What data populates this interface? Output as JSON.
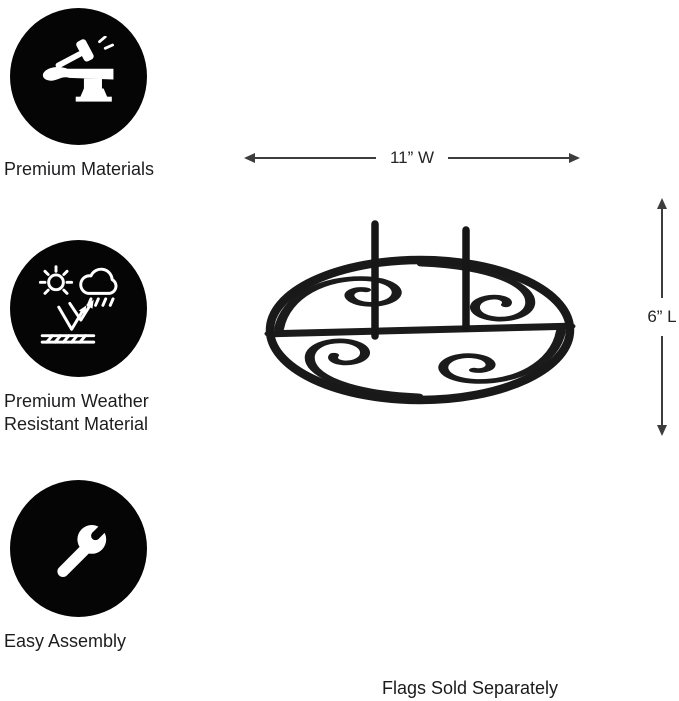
{
  "features": [
    {
      "icon": "anvil-hammer-icon",
      "label": "Premium Materials"
    },
    {
      "icon": "weather-resistant-icon",
      "label": "Premium Weather Resistant Material"
    },
    {
      "icon": "wrench-icon",
      "label": "Easy Assembly"
    }
  ],
  "dimensions": {
    "width_label": "11” W",
    "length_label": "6” L"
  },
  "footnote": "Flags Sold Separately",
  "colors": {
    "icon_background": "#050505",
    "icon_foreground": "#ffffff",
    "dimension_line": "#3d3d3d",
    "product": "#1a1a1a",
    "text": "#1d1d1f"
  }
}
